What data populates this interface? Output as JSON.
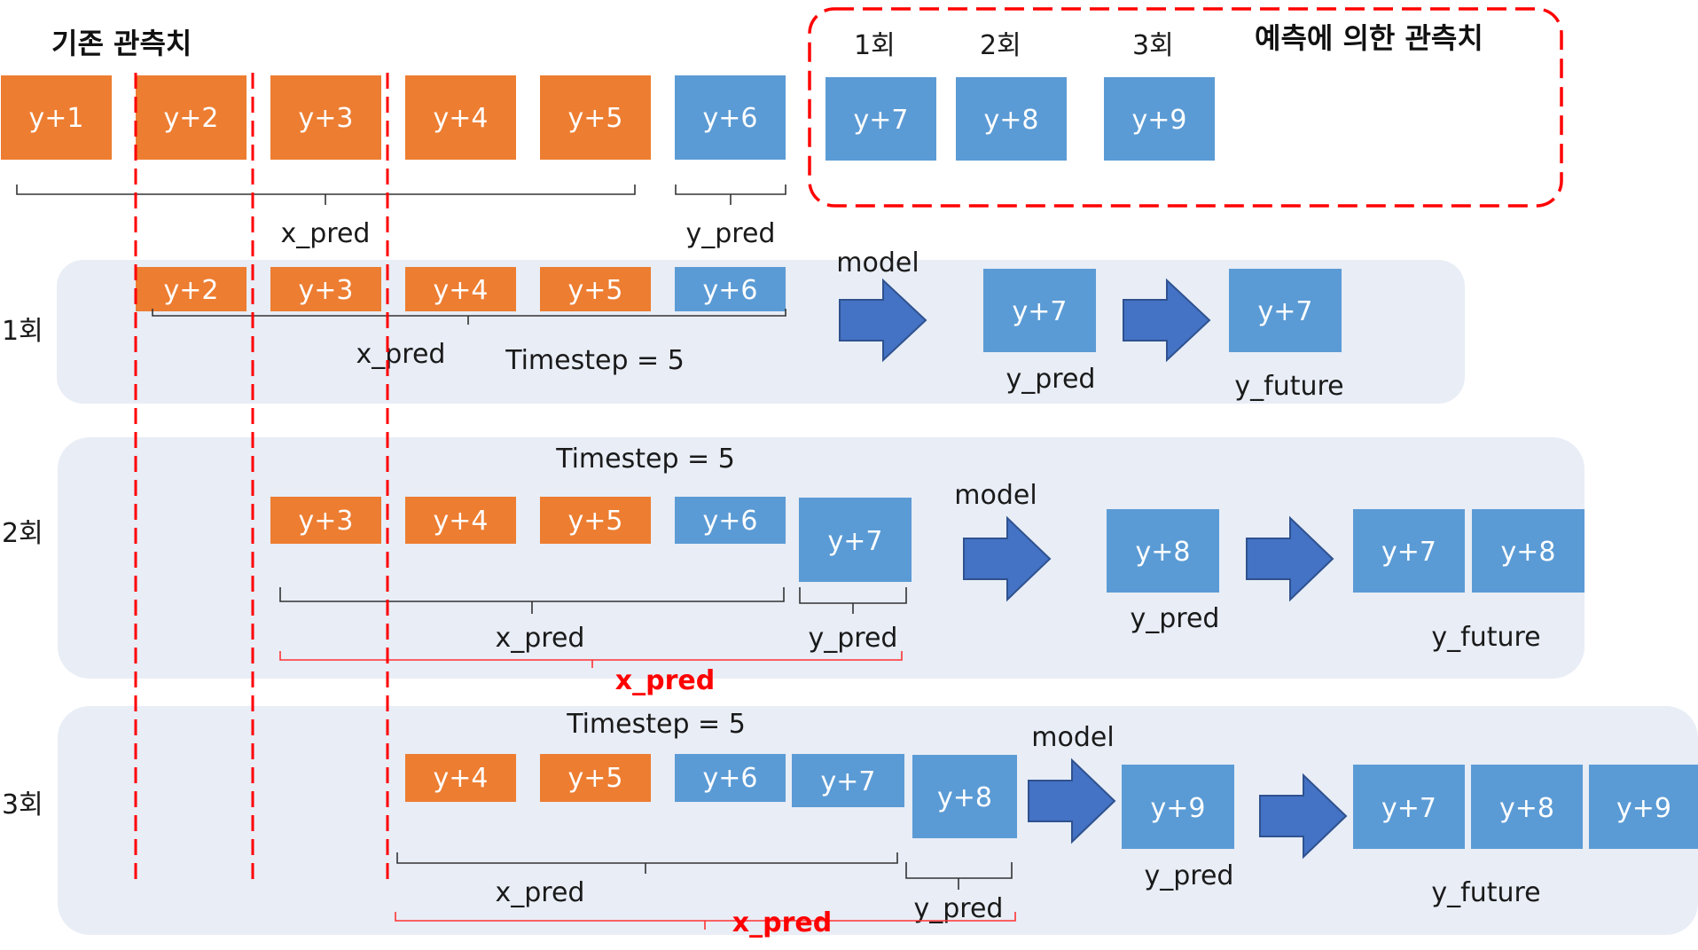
{
  "colors": {
    "observed": "#ED7D31",
    "predicted": "#5B9BD5",
    "panel": "#E8EDF6",
    "arrow": "#4472C4",
    "arrow_stroke": "#2F528F",
    "dash": "#FF0000",
    "red_text": "#FF0000"
  },
  "header": {
    "existing_title": "기존 관측치",
    "predicted_title": "예측에 의한 관측치",
    "round_labels": [
      "1회",
      "2회",
      "3회"
    ],
    "x_pred": "x_pred",
    "y_pred": "y_pred"
  },
  "top_boxes": [
    "y+1",
    "y+2",
    "y+3",
    "y+4",
    "y+5",
    "y+6"
  ],
  "predicted_boxes": [
    "y+7",
    "y+8",
    "y+9"
  ],
  "rounds": [
    {
      "side_label": "1회",
      "timestep": "Timestep = 5",
      "model": "model",
      "inputs": [
        "y+2",
        "y+3",
        "y+4",
        "y+5",
        "y+6"
      ],
      "x_pred": "x_pred",
      "output": "y+7",
      "output_label": "y_pred",
      "future": [
        "y+7"
      ],
      "future_label": "y_future"
    },
    {
      "side_label": "2회",
      "timestep": "Timestep = 5",
      "model": "model",
      "inputs": [
        "y+3",
        "y+4",
        "y+5",
        "y+6",
        "y+7"
      ],
      "x_pred": "x_pred",
      "y_pred": "y_pred",
      "red_label": "x_pred",
      "output": "y+8",
      "output_label": "y_pred",
      "future": [
        "y+7",
        "y+8"
      ],
      "future_label": "y_future"
    },
    {
      "side_label": "3회",
      "timestep": "Timestep = 5",
      "model": "model",
      "inputs": [
        "y+4",
        "y+5",
        "y+6",
        "y+7",
        "y+8"
      ],
      "x_pred": "x_pred",
      "y_pred": "y_pred",
      "red_label": "x_pred",
      "output": "y+9",
      "output_label": "y_pred",
      "future": [
        "y+7",
        "y+8",
        "y+9"
      ],
      "future_label": "y_future"
    }
  ]
}
